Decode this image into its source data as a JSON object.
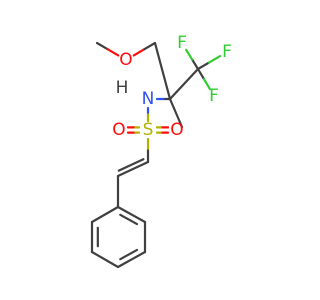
{
  "molecule": {
    "colors": {
      "carbon_bond": "#404040",
      "oxygen": "#ff0d0d",
      "nitrogen": "#3050f8",
      "sulfur": "#b2b200",
      "fluorine": "#33cc33",
      "hydrogen": "#404040",
      "background": "#ffffff"
    },
    "atoms": [
      {
        "id": "O_methoxy",
        "element": "O",
        "label": "O"
      },
      {
        "id": "F1",
        "element": "F",
        "label": "F"
      },
      {
        "id": "F2",
        "element": "F",
        "label": "F"
      },
      {
        "id": "F3",
        "element": "F",
        "label": "F"
      },
      {
        "id": "N",
        "element": "N",
        "label": "N"
      },
      {
        "id": "H_N",
        "element": "H",
        "label": "H"
      },
      {
        "id": "S",
        "element": "S",
        "label": "S"
      },
      {
        "id": "O_S1",
        "element": "O",
        "label": "O"
      },
      {
        "id": "O_S2",
        "element": "O",
        "label": "O"
      }
    ]
  }
}
